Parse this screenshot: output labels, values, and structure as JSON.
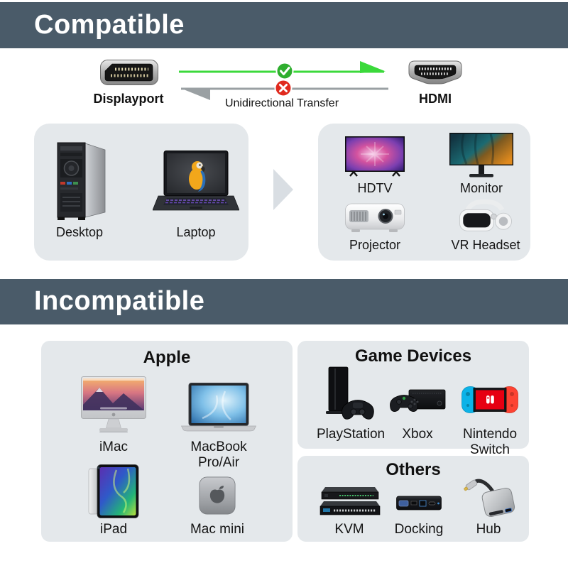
{
  "colors": {
    "banner_bg": "#4a5b69",
    "panel_bg": "#e4e8eb",
    "allowed_green": "#3bd93b",
    "check_badge_green": "#2fae2f",
    "blocked_badge_red": "#e02a1e",
    "blocked_gray": "#9aa0a3"
  },
  "sections": {
    "compatible_title": "Compatible",
    "incompatible_title": "Incompatible"
  },
  "transfer": {
    "source_label": "Displayport",
    "target_label": "HDMI",
    "caption": "Unidirectional Transfer",
    "allowed_icon": "check-icon",
    "blocked_icon": "cross-icon"
  },
  "compatible": {
    "sources": [
      {
        "label": "Desktop"
      },
      {
        "label": "Laptop"
      }
    ],
    "targets": [
      {
        "label": "HDTV"
      },
      {
        "label": "Monitor"
      },
      {
        "label": "Projector"
      },
      {
        "label": "VR Headset"
      }
    ]
  },
  "incompatible": {
    "apple": {
      "title": "Apple",
      "items": [
        {
          "label": "iMac"
        },
        {
          "label": "MacBook Pro/Air"
        },
        {
          "label": "iPad"
        },
        {
          "label": "Mac mini"
        }
      ]
    },
    "game": {
      "title": "Game Devices",
      "items": [
        {
          "label": "PlayStation"
        },
        {
          "label": "Xbox"
        },
        {
          "label": "Nintendo Switch"
        }
      ]
    },
    "others": {
      "title": "Others",
      "items": [
        {
          "label": "KVM"
        },
        {
          "label": "Docking"
        },
        {
          "label": "Hub"
        }
      ]
    }
  }
}
